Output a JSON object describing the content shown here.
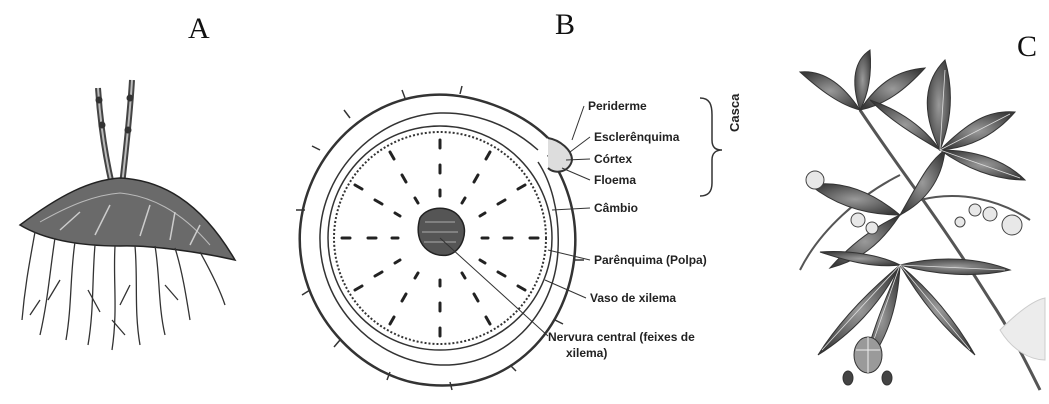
{
  "panels": {
    "a": "A",
    "b": "B",
    "c": "C"
  },
  "labels": {
    "periderme": "Periderme",
    "esclerenquima": "Esclerênquima",
    "cortex": "Córtex",
    "floema": "Floema",
    "casca": "Casca",
    "cambio": "Câmbio",
    "parenquima": "Parênquima (Polpa)",
    "vaso": "Vaso de xilema",
    "nervura_line1": "Nervura central (feixes de",
    "nervura_line2": "xilema)"
  }
}
